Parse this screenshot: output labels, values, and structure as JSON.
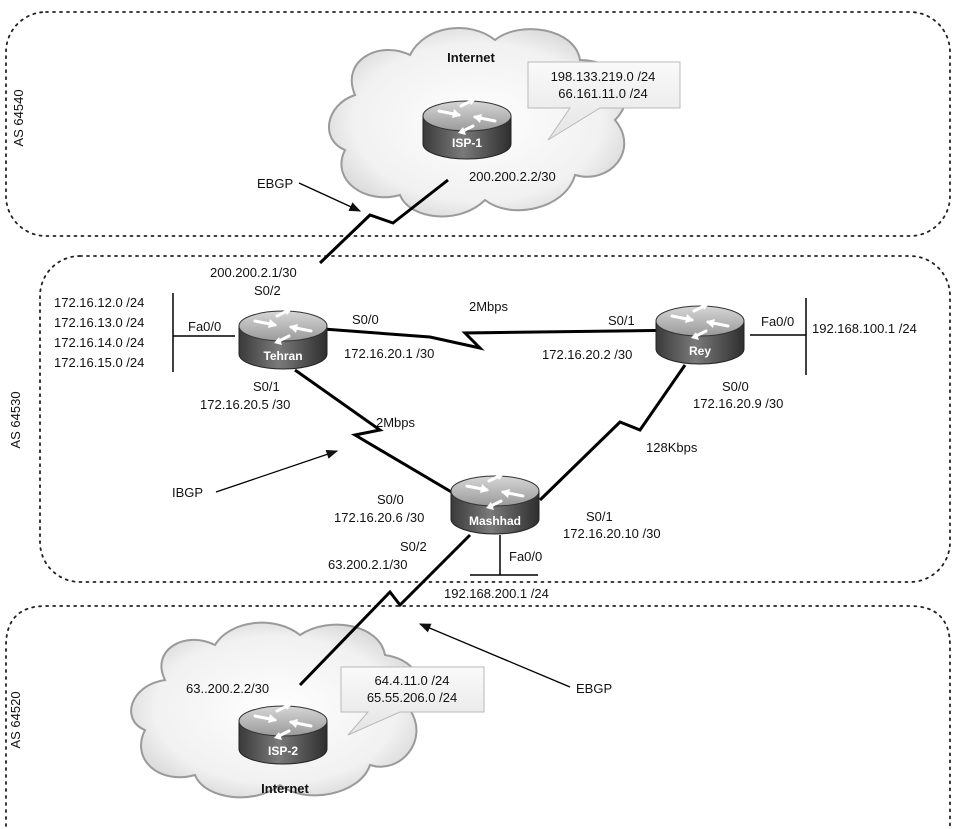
{
  "zones": [
    {
      "id": "as64540",
      "label": "AS 64540"
    },
    {
      "id": "as64530",
      "label": "AS 64530"
    },
    {
      "id": "as64520",
      "label": "AS 64520"
    }
  ],
  "clouds": {
    "top_label": "Internet",
    "bottom_label": "Internet"
  },
  "routers": {
    "isp1": "ISP-1",
    "tehran": "Tehran",
    "rey": "Rey",
    "mashhad": "Mashhad",
    "isp2": "ISP-2"
  },
  "callouts": {
    "isp1_networks": [
      "198.133.219.0 /24",
      "66.161.11.0 /24"
    ],
    "isp2_networks": [
      "64.4.11.0 /24",
      "65.55.206.0 /24"
    ]
  },
  "labels": {
    "isp1_ip": "200.200.2.2/30",
    "ebgp_top": "EBGP",
    "tehran_ip_isp": "200.200.2.1/30",
    "tehran_s02": "S0/2",
    "tehran_lans": [
      "172.16.12.0 /24",
      "172.16.13.0 /24",
      "172.16.14.0 /24",
      "172.16.15.0 /24"
    ],
    "tehran_fa00": "Fa0/0",
    "tehran_s00": "S0/0",
    "tehran_s00_ip": "172.16.20.1 /30",
    "link_tehran_rey_bw": "2Mbps",
    "rey_s01": "S0/1",
    "rey_s01_ip": "172.16.20.2 /30",
    "rey_fa00": "Fa0/0",
    "rey_lan": "192.168.100.1 /24",
    "tehran_s01": "S0/1",
    "tehran_s01_ip": "172.16.20.5 /30",
    "link_tehran_mashhad_bw": "2Mbps",
    "rey_s00": "S0/0",
    "rey_s00_ip": "172.16.20.9 /30",
    "link_rey_mashhad_bw": "128Kbps",
    "ibgp": "IBGP",
    "mashhad_s00": "S0/0",
    "mashhad_s00_ip": "172.16.20.6 /30",
    "mashhad_s01": "S0/1",
    "mashhad_s01_ip": "172.16.20.10 /30",
    "mashhad_s02": "S0/2",
    "mashhad_s02_ip": "63.200.2.1/30",
    "mashhad_fa00": "Fa0/0",
    "mashhad_lan": "192.168.200.1 /24",
    "ebgp_bottom": "EBGP",
    "isp2_ip": "63..200.2.2/30"
  }
}
